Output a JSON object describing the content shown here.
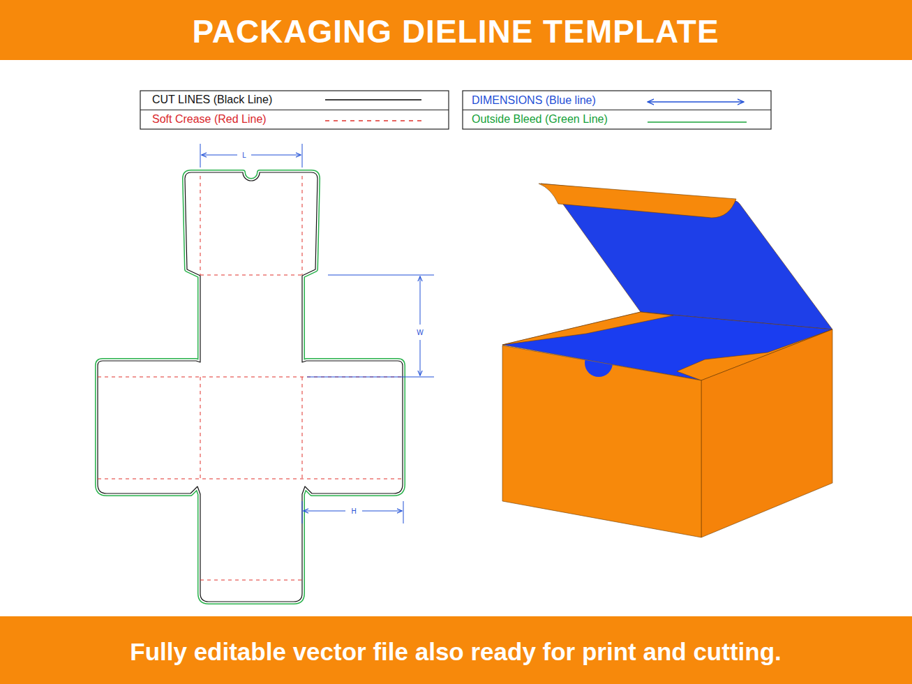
{
  "diagram": {
    "title": "PACKAGING DIELINE TEMPLATE",
    "caption": "Fully editable vector file also ready for print and cutting.",
    "labels": [
      "L",
      "W",
      "H"
    ],
    "legend": [
      {
        "text": "CUT LINES (Black Line)"
      },
      {
        "text": "Soft Crease (Red Line)"
      },
      {
        "text": "DIMENSIONS (Blue line)"
      },
      {
        "text": "Outside Bleed (Green Line)"
      }
    ]
  }
}
